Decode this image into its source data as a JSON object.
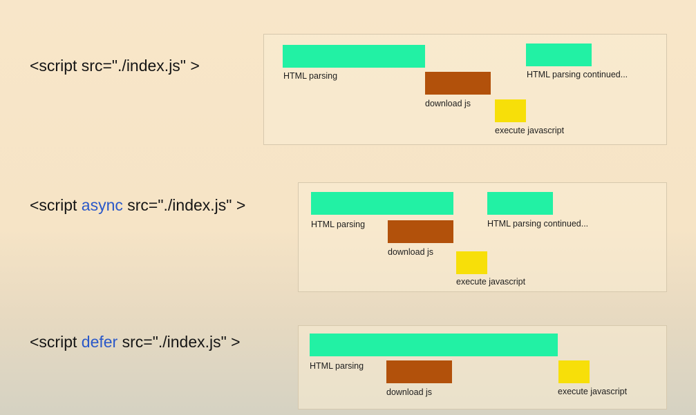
{
  "colors": {
    "html_parsing": "#22f1a4",
    "download_js": "#b2510b",
    "execute_javascript": "#f7df09",
    "keyword": "#2a58c9"
  },
  "rows": [
    {
      "code_prefix": "<script ",
      "keyword": "",
      "code_suffix": "src=\"./index.js\" >",
      "labels": {
        "parse1": "HTML parsing",
        "download": "download js",
        "execute": "execute javascript",
        "parse2": "HTML parsing continued..."
      }
    },
    {
      "code_prefix": "<script ",
      "keyword": "async",
      "code_suffix": " src=\"./index.js\" >",
      "labels": {
        "parse1": "HTML parsing",
        "download": "download js",
        "execute": "execute javascript",
        "parse2": "HTML parsing continued..."
      }
    },
    {
      "code_prefix": "<script ",
      "keyword": "defer",
      "code_suffix": " src=\"./index.js\" >",
      "labels": {
        "parse1": "HTML parsing",
        "download": "download js",
        "execute": "execute javascript"
      }
    }
  ]
}
